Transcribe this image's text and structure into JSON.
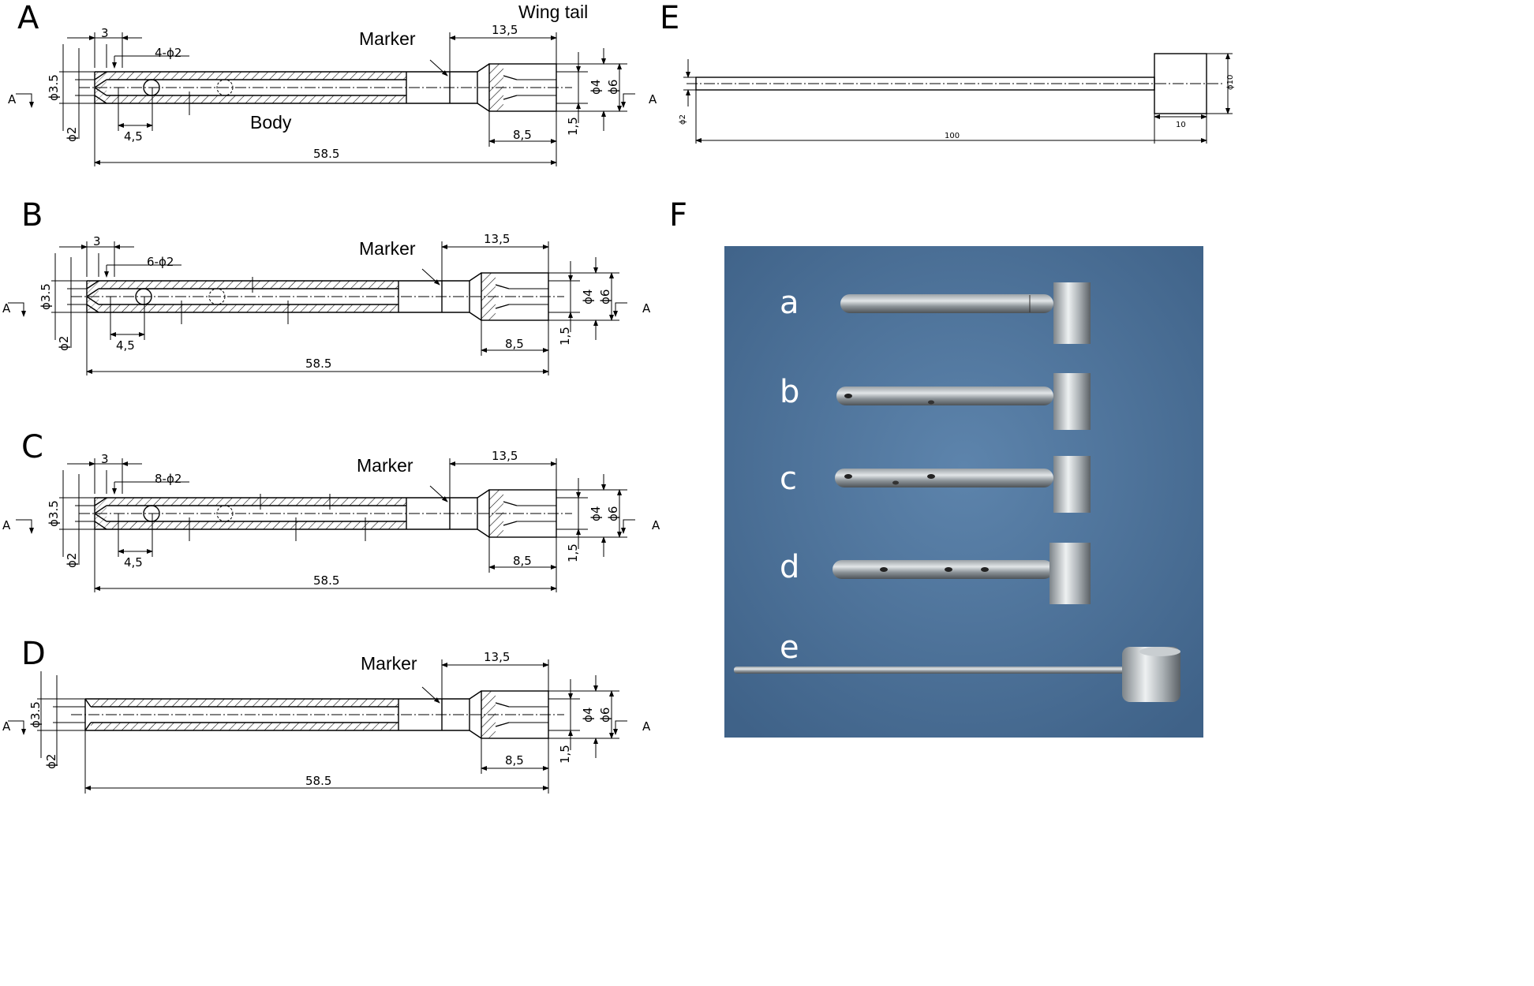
{
  "panels": {
    "A": {
      "letter": "A",
      "holes": "4-ϕ2"
    },
    "B": {
      "letter": "B",
      "holes": "6-ϕ2"
    },
    "C": {
      "letter": "C",
      "holes": "8-ϕ2"
    },
    "D": {
      "letter": "D"
    },
    "E": {
      "letter": "E",
      "length": "100",
      "head_len": "10",
      "head_dia": "ϕ10",
      "pin_dia": "ϕ2"
    },
    "F": {
      "letter": "F"
    }
  },
  "annotations": {
    "marker": "Marker",
    "wing_tail": "Wing tail",
    "body": "Body"
  },
  "dims": {
    "d3": "3",
    "d13_5": "13,5",
    "d4_5": "4,5",
    "d8_5": "8,5",
    "d1_5": "1,5",
    "total": "58.5",
    "phi35": "ϕ3.5",
    "phi2": "ϕ2",
    "phi4": "ϕ4",
    "phi6": "ϕ6",
    "section": "A"
  },
  "photo": {
    "labels": [
      "a",
      "b",
      "c",
      "d",
      "e"
    ],
    "background": "#4a6f95"
  }
}
